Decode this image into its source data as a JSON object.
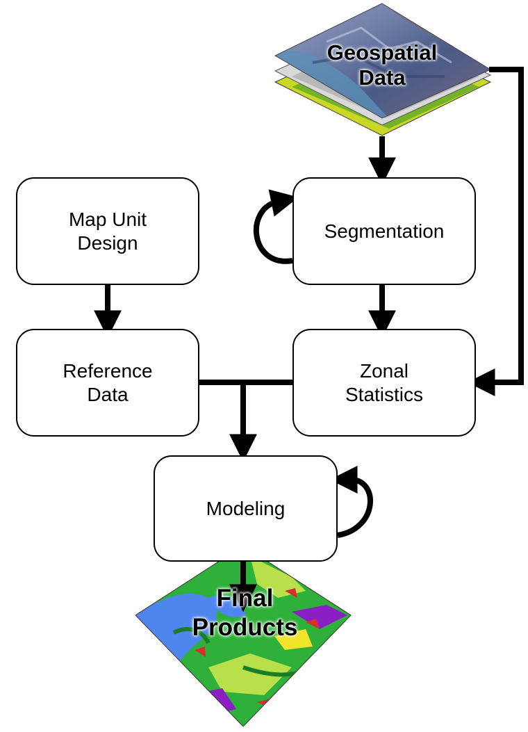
{
  "layers": {
    "input": {
      "line1": "Geospatial",
      "line2": "Data"
    },
    "output": {
      "line1": "Final",
      "line2": "Products"
    }
  },
  "steps": {
    "map_unit_design": {
      "line1": "Map Unit",
      "line2": "Design"
    },
    "segmentation": {
      "line1": "Segmentation"
    },
    "reference_data": {
      "line1": "Reference",
      "line2": "Data"
    },
    "zonal_statistics": {
      "line1": "Zonal",
      "line2": "Statistics"
    },
    "modeling": {
      "line1": "Modeling"
    }
  },
  "colors": {
    "line": "#000000",
    "box_border": "#000000",
    "background": "#ffffff",
    "water": "#4f86ee",
    "forest_green": "#2bb13b",
    "light_green": "#b8e04a",
    "purple": "#8a1fc4",
    "red": "#d6302c",
    "yellow": "#f2e42a"
  }
}
